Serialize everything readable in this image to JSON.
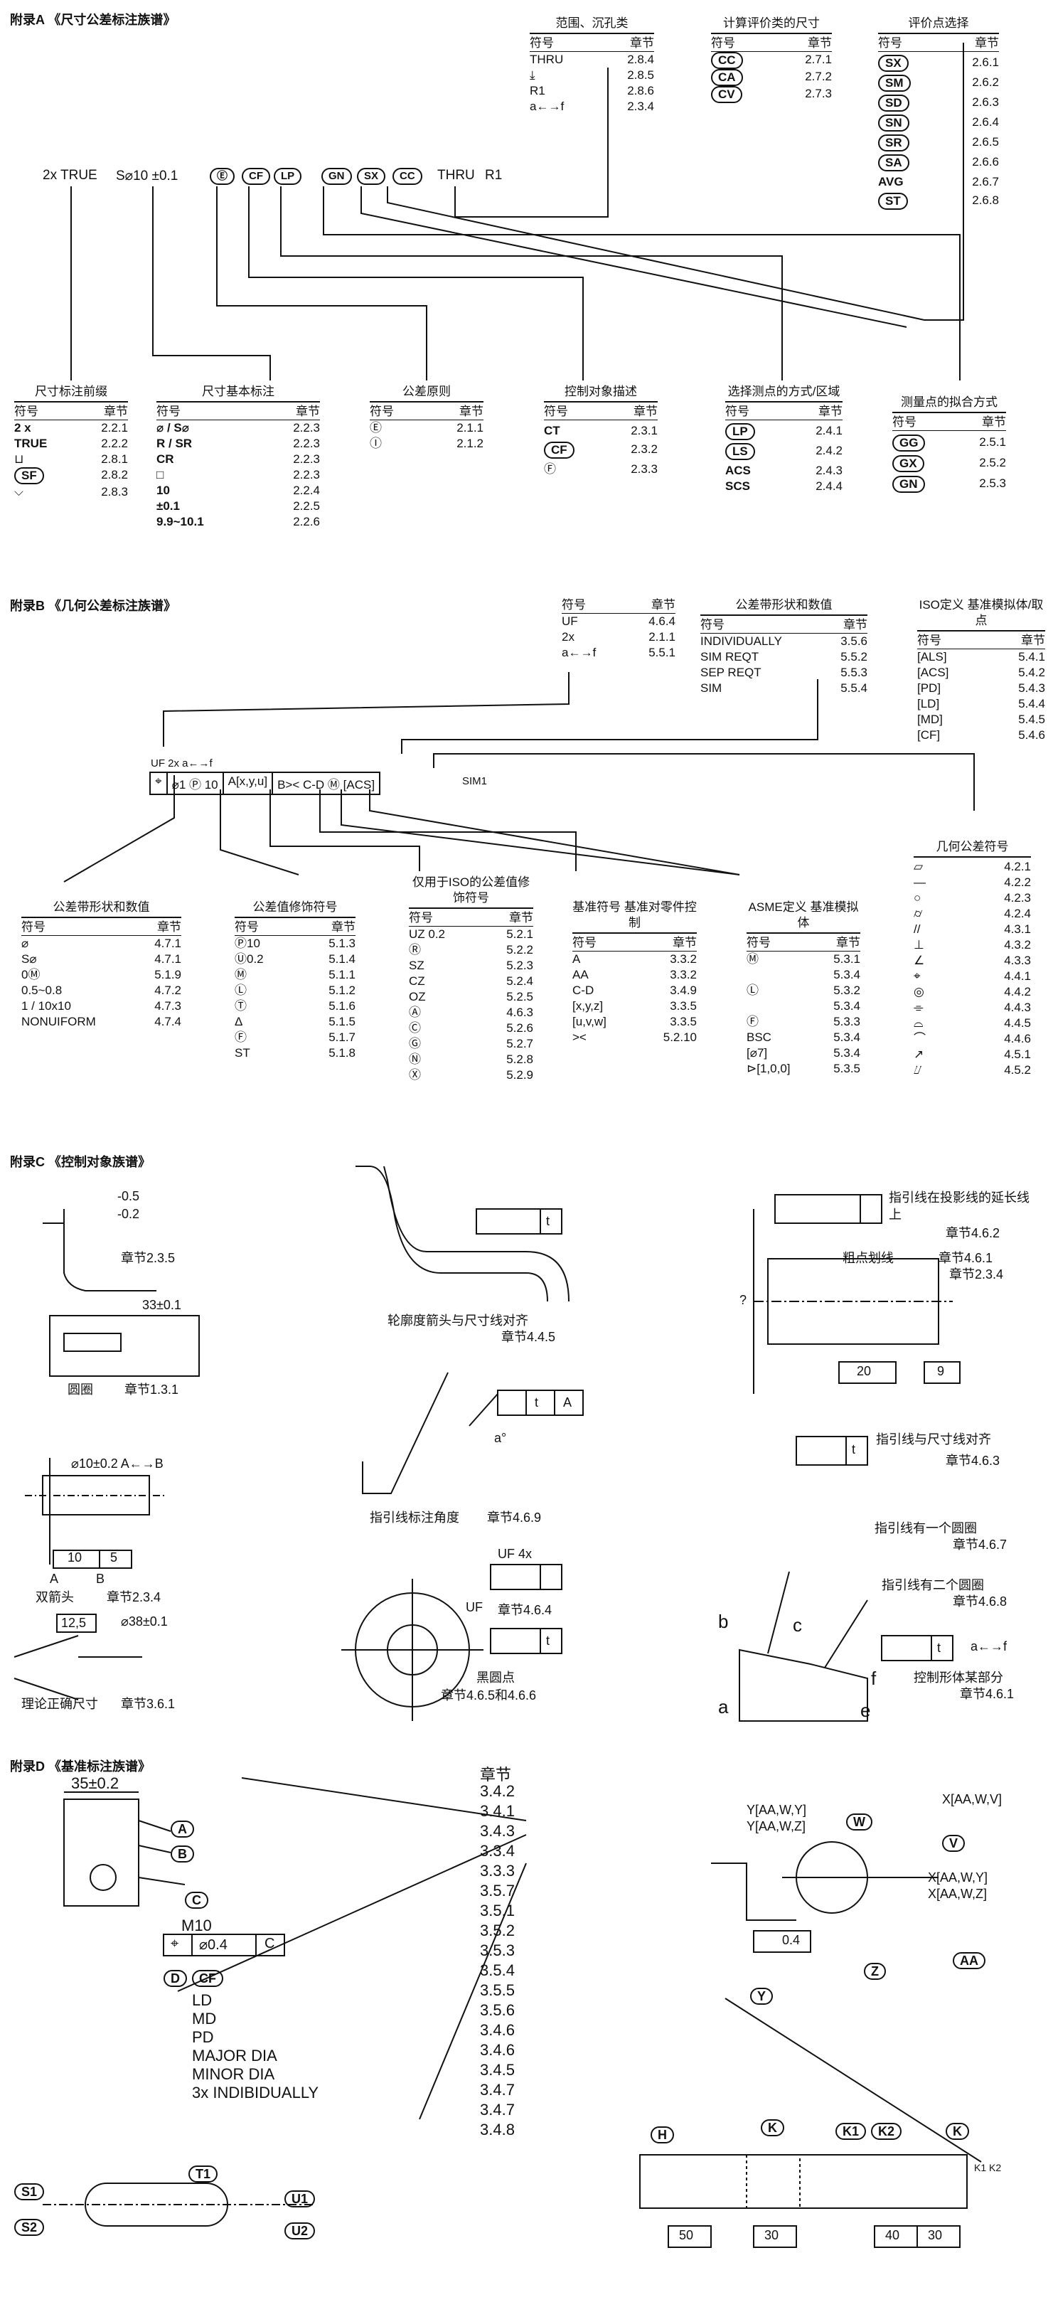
{
  "appendixA": {
    "title": "附录A 《尺寸公差标注族谱》",
    "callout": [
      "2x TRUE",
      "S⌀10 ±0.1",
      "Ⓔ",
      "CF",
      "LP",
      "GN",
      "SX",
      "CC",
      "THRU",
      "R1"
    ],
    "tables": [
      {
        "head": "范围、沉孔类",
        "col1": "符号",
        "col2": "章节",
        "rows": [
          [
            "THRU",
            "2.8.4"
          ],
          [
            "⤓",
            "2.8.5"
          ],
          [
            "R1",
            "2.8.6"
          ],
          [
            "a←→f",
            "2.3.4"
          ]
        ]
      },
      {
        "head": "计算评价类的尺寸",
        "col1": "符号",
        "col2": "章节",
        "rows": [
          [
            "CC",
            "2.7.1"
          ],
          [
            "CA",
            "2.7.2"
          ],
          [
            "CV",
            "2.7.3"
          ]
        ]
      },
      {
        "head": "评价点选择",
        "col1": "符号",
        "col2": "章节",
        "rows": [
          [
            "SX",
            "2.6.1"
          ],
          [
            "SM",
            "2.6.2"
          ],
          [
            "SD",
            "2.6.3"
          ],
          [
            "SN",
            "2.6.4"
          ],
          [
            "SR",
            "2.6.5"
          ],
          [
            "SA",
            "2.6.6"
          ],
          [
            "AVG",
            "2.6.7"
          ],
          [
            "ST",
            "2.6.8"
          ]
        ]
      },
      {
        "head": "尺寸标注前缀",
        "col1": "符号",
        "col2": "章节",
        "rows": [
          [
            "2 x",
            "2.2.1"
          ],
          [
            "TRUE",
            "2.2.2"
          ],
          [
            "⊔",
            "2.8.1"
          ],
          [
            "SF",
            "2.8.2"
          ],
          [
            "⌵",
            "2.8.3"
          ]
        ]
      },
      {
        "head": "尺寸基本标注",
        "col1": "符号",
        "col2": "章节",
        "rows": [
          [
            "⌀ / S⌀",
            "2.2.3"
          ],
          [
            "R / SR",
            "2.2.3"
          ],
          [
            "CR",
            "2.2.3"
          ],
          [
            "□",
            "2.2.3"
          ],
          [
            "10",
            "2.2.4"
          ],
          [
            "±0.1",
            "2.2.5"
          ],
          [
            "9.9~10.1",
            "2.2.6"
          ]
        ]
      },
      {
        "head": "公差原则",
        "col1": "符号",
        "col2": "章节",
        "rows": [
          [
            "Ⓔ",
            "2.1.1"
          ],
          [
            "Ⓘ",
            "2.1.2"
          ]
        ]
      },
      {
        "head": "控制对象描述",
        "col1": "符号",
        "col2": "章节",
        "rows": [
          [
            "CT",
            "2.3.1"
          ],
          [
            "CF",
            "2.3.2"
          ],
          [
            "Ⓕ",
            "2.3.3"
          ]
        ]
      },
      {
        "head": "选择测点的方式/区域",
        "col1": "符号",
        "col2": "章节",
        "rows": [
          [
            "LP",
            "2.4.1"
          ],
          [
            "LS",
            "2.4.2"
          ],
          [
            "ACS",
            "2.4.3"
          ],
          [
            "SCS",
            "2.4.4"
          ]
        ]
      },
      {
        "head": "测量点的拟合方式",
        "col1": "符号",
        "col2": "章节",
        "rows": [
          [
            "GG",
            "2.5.1"
          ],
          [
            "GX",
            "2.5.2"
          ],
          [
            "GN",
            "2.5.3"
          ]
        ]
      }
    ]
  },
  "appendixB": {
    "title": "附录B 《几何公差标注族谱》",
    "fcf_top": "UF 2x   a←→f",
    "fcf": [
      "⌖",
      "⌀1 Ⓟ 10",
      "A[x,y,u]",
      "B>< C-D Ⓜ [ACS]"
    ],
    "sim": "SIM1",
    "tables": [
      {
        "head": "",
        "col1": "符号",
        "col2": "章节",
        "rows": [
          [
            "UF",
            "4.6.4"
          ],
          [
            "2x",
            "2.1.1"
          ],
          [
            "a←→f",
            "5.5.1"
          ]
        ]
      },
      {
        "head": "公差带形状和数值",
        "col1": "符号",
        "col2": "章节",
        "rows": [
          [
            "INDIVIDUALLY",
            "3.5.6"
          ],
          [
            "SIM REQT",
            "5.5.2"
          ],
          [
            "SEP REQT",
            "5.5.3"
          ],
          [
            "SIM",
            "5.5.4"
          ]
        ]
      },
      {
        "head": "ISO定义 基准模拟体/取点",
        "col1": "符号",
        "col2": "章节",
        "rows": [
          [
            "[ALS]",
            "5.4.1"
          ],
          [
            "[ACS]",
            "5.4.2"
          ],
          [
            "[PD]",
            "5.4.3"
          ],
          [
            "[LD]",
            "5.4.4"
          ],
          [
            "[MD]",
            "5.4.5"
          ],
          [
            "[CF]",
            "5.4.6"
          ]
        ]
      },
      {
        "head": "公差带形状和数值",
        "col1": "符号",
        "col2": "章节",
        "rows": [
          [
            "⌀",
            "4.7.1"
          ],
          [
            "S⌀",
            "4.7.1"
          ],
          [
            "0Ⓜ",
            "5.1.9"
          ],
          [
            "0.5~0.8",
            "4.7.2"
          ],
          [
            "1 / 10x10",
            "4.7.3"
          ],
          [
            "NONUIFORM",
            "4.7.4"
          ]
        ]
      },
      {
        "head": "公差值修饰符号",
        "col1": "符号",
        "col2": "章节",
        "rows": [
          [
            "Ⓟ10",
            "5.1.3"
          ],
          [
            "Ⓤ0.2",
            "5.1.4"
          ],
          [
            "Ⓜ",
            "5.1.1"
          ],
          [
            "Ⓛ",
            "5.1.2"
          ],
          [
            "Ⓣ",
            "5.1.6"
          ],
          [
            "Δ",
            "5.1.5"
          ],
          [
            "Ⓕ",
            "5.1.7"
          ],
          [
            "ST",
            "5.1.8"
          ]
        ]
      },
      {
        "head": "仅用于ISO的公差值修饰符号",
        "col1": "符号",
        "col2": "章节",
        "rows": [
          [
            "UZ 0.2",
            "5.2.1"
          ],
          [
            "Ⓡ",
            "5.2.2"
          ],
          [
            "SZ",
            "5.2.3"
          ],
          [
            "CZ",
            "5.2.4"
          ],
          [
            "OZ",
            "5.2.5"
          ],
          [
            "Ⓐ",
            "4.6.3"
          ],
          [
            "Ⓒ",
            "5.2.6"
          ],
          [
            "Ⓖ",
            "5.2.7"
          ],
          [
            "Ⓝ",
            "5.2.8"
          ],
          [
            "Ⓧ",
            "5.2.9"
          ]
        ]
      },
      {
        "head": "基准符号 基准对零件控制",
        "col1": "符号",
        "col2": "章节",
        "rows": [
          [
            "A",
            "3.3.2"
          ],
          [
            "AA",
            "3.3.2"
          ],
          [
            "C-D",
            "3.4.9"
          ],
          [
            "[x,y,z]",
            "3.3.5"
          ],
          [
            "[u,v,w]",
            "3.3.5"
          ],
          [
            "><",
            "5.2.10"
          ]
        ]
      },
      {
        "head": "ASME定义 基准模拟体",
        "col1": "符号",
        "col2": "章节",
        "rows": [
          [
            "Ⓜ",
            "5.3.1"
          ],
          [
            "",
            "5.3.4"
          ],
          [
            "Ⓛ",
            "5.3.2"
          ],
          [
            "",
            "5.3.4"
          ],
          [
            "Ⓕ",
            "5.3.3"
          ],
          [
            "BSC",
            "5.3.4"
          ],
          [
            "[⌀7]",
            "5.3.4"
          ],
          [
            "⊳[1,0,0]",
            "5.3.5"
          ]
        ]
      },
      {
        "head": "几何公差符号",
        "col1": "",
        "col2": "",
        "rows": [
          [
            "▱",
            "4.2.1"
          ],
          [
            "—",
            "4.2.2"
          ],
          [
            "○",
            "4.2.3"
          ],
          [
            "⌭",
            "4.2.4"
          ],
          [
            "//",
            "4.3.1"
          ],
          [
            "⊥",
            "4.3.2"
          ],
          [
            "∠",
            "4.3.3"
          ],
          [
            "⌖",
            "4.4.1"
          ],
          [
            "◎",
            "4.4.2"
          ],
          [
            "⌯",
            "4.4.3"
          ],
          [
            "⌓",
            "4.4.5"
          ],
          [
            "⌒",
            "4.4.6"
          ],
          [
            "↗",
            "4.5.1"
          ],
          [
            "⌰",
            "4.5.2"
          ]
        ]
      }
    ]
  },
  "appendixC": {
    "title": "附录C 《控制对象族谱》",
    "items": {
      "c1": {
        "vals": [
          "-0.5",
          "-0.2"
        ],
        "cap": "章节2.3.5"
      },
      "c2": {
        "val": "33±0.1",
        "cap1": "圆圈",
        "cap2": "章节1.3.1"
      },
      "c3": {
        "val": "⌀10±0.2 A←→B",
        "n1": "10",
        "n2": "5",
        "a": "A",
        "b": "B",
        "cap1": "双箭头",
        "cap2": "章节2.3.4"
      },
      "c4": {
        "val": "⌀38±0.1",
        "box": "12,5",
        "cap1": "理论正确尺寸",
        "cap2": "章节3.6.1"
      },
      "c5": {
        "cap1": "轮廓度箭头与尺寸线对齐",
        "cap2": "章节4.4.5",
        "t": "t"
      },
      "c6": {
        "angle": "a°",
        "datum": "A",
        "t": "t",
        "cap1": "指引线标注角度",
        "cap2": "章节4.6.9"
      },
      "c7": {
        "uf": "UF 4x",
        "uf2": "UF",
        "sec1": "章节4.6.4",
        "t": "t",
        "cap1": "黑圆点",
        "cap2": "章节4.6.5和4.6.6"
      },
      "c8": {
        "lead1": "指引线在投影线的延长线上",
        "sec1": "章节4.6.2",
        "thick": "粗点划线",
        "sec2": "章节4.6.1",
        "sec3": "章节2.3.4",
        "q": "?",
        "n1": "20",
        "n2": "9",
        "lead2": "指引线与尺寸线对齐",
        "sec4": "章节4.6.3",
        "t": "t"
      },
      "c9": {
        "l1": "指引线有一个圆圈",
        "s1": "章节4.6.7",
        "l2": "指引线有二个圆圈",
        "s2": "章节4.6.8",
        "l3": "控制形体某部分",
        "s3": "章节4.6.1",
        "af": "a←→f",
        "t": "t",
        "a": "a",
        "b": "b",
        "c": "c",
        "e": "e",
        "f": "f"
      }
    }
  },
  "appendixD": {
    "title": "附录D 《基准标注族谱》",
    "chapter": "章节",
    "sections": [
      "3.4.2",
      "3.4.1",
      "3.4.3",
      "3.3.4",
      "3.3.3",
      "3.5.7",
      "3.5.1",
      "3.5.2",
      "3.5.3",
      "3.5.4",
      "3.5.5",
      "3.5.6",
      "3.4.6",
      "3.4.6",
      "3.4.5",
      "3.4.7",
      "3.4.7",
      "3.4.8"
    ],
    "dim": "35±0.2",
    "labels": [
      "A",
      "B",
      "C",
      "D"
    ],
    "m10": "M10",
    "fcf": [
      "⌖",
      "⌀0.4",
      "C"
    ],
    "cf": "CF",
    "list": [
      "LD",
      "MD",
      "PD",
      "MAJOR DIA",
      "MINOR DIA",
      "3x INDIBIDUALLY"
    ],
    "right": [
      "Y[AA,W,Y]",
      "Y[AA,W,Z]",
      "X[AA,W,V]",
      "X[AA,W,Y]",
      "X[AA,W,Z]",
      "W",
      "V",
      "Z",
      "AA",
      "Y",
      "0.4"
    ],
    "bottom": [
      "S1",
      "S2",
      "T1",
      "U1",
      "U2",
      "H",
      "K",
      "K1",
      "K2",
      "K",
      "K1 K2",
      "50",
      "30",
      "40",
      "30"
    ]
  }
}
